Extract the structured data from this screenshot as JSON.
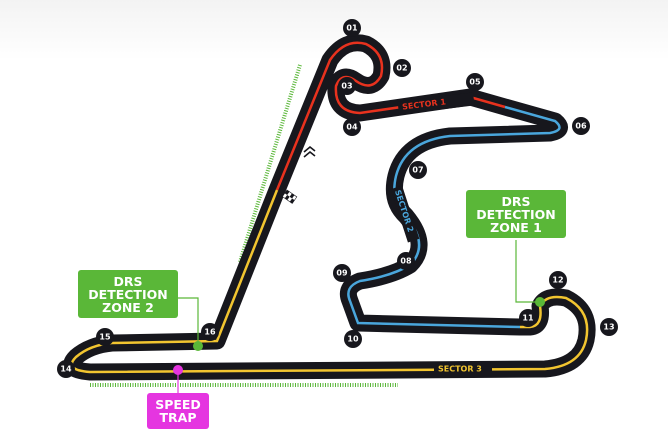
{
  "colors": {
    "track": "#17171d",
    "sector1": "#e8321e",
    "sector2": "#4aa6dc",
    "sector3": "#f2c530",
    "drs": "#5ab738",
    "speed_trap": "#e535e0"
  },
  "turns": [
    "01",
    "02",
    "03",
    "04",
    "05",
    "06",
    "07",
    "08",
    "09",
    "10",
    "11",
    "12",
    "13",
    "14",
    "15",
    "16"
  ],
  "sectors": {
    "s1": "SECTOR 1",
    "s2": "SECTOR 2",
    "s3": "SECTOR 3"
  },
  "drs_zone_1": {
    "line1": "DRS",
    "line2": "DETECTION",
    "line3": "ZONE 1"
  },
  "drs_zone_2": {
    "line1": "DRS",
    "line2": "DETECTION",
    "line3": "ZONE 2"
  },
  "speed_trap": {
    "line1": "SPEED",
    "line2": "TRAP"
  },
  "icons": [
    "chevrons-icon",
    "checkered-flag-icon"
  ]
}
